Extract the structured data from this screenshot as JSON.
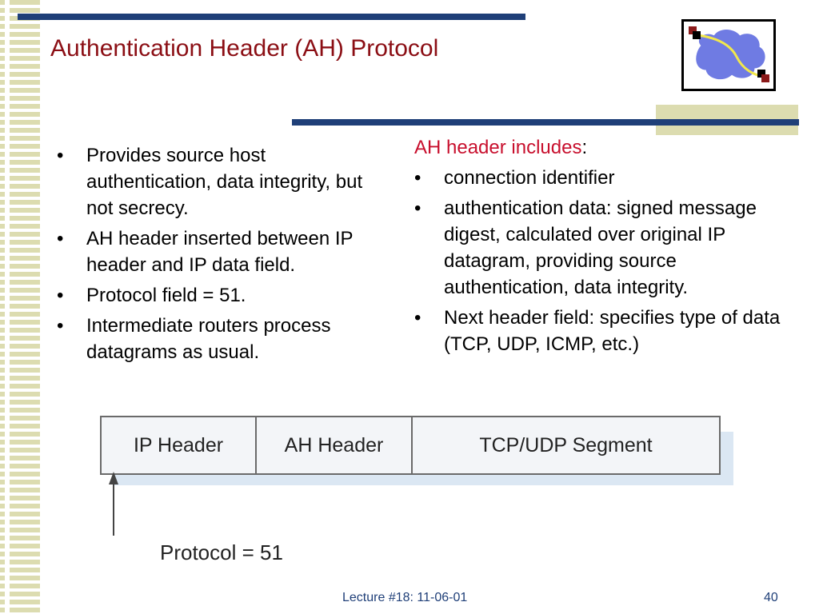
{
  "slide": {
    "title": "Authentication Header (AH) Protocol"
  },
  "left_bullets": [
    "Provides source host authentication, data integrity, but not secrecy.",
    "AH header inserted between IP header and IP data field.",
    "Protocol field = 51.",
    "Intermediate routers process datagrams as usual."
  ],
  "right": {
    "heading": "AH header includes",
    "heading_suffix": ":",
    "bullets": [
      "connection identifier",
      "authentication data: signed message digest, calculated over original IP datagram, providing source authentication, data integrity.",
      "Next header field: specifies type of data (TCP, UDP, ICMP, etc.)"
    ]
  },
  "diagram": {
    "cells": [
      "IP Header",
      "AH Header",
      "TCP/UDP Segment"
    ],
    "protocol_label": "Protocol = 51"
  },
  "footer": {
    "lecture": "Lecture #18: 11-06-01",
    "page": "40"
  },
  "colors": {
    "title": "#8b0e14",
    "accent_red": "#c8102e",
    "bar_blue": "#1f3f78",
    "stripe_tan": "#dcdcb0"
  },
  "icons": {
    "logo": "network-cloud-icon"
  }
}
